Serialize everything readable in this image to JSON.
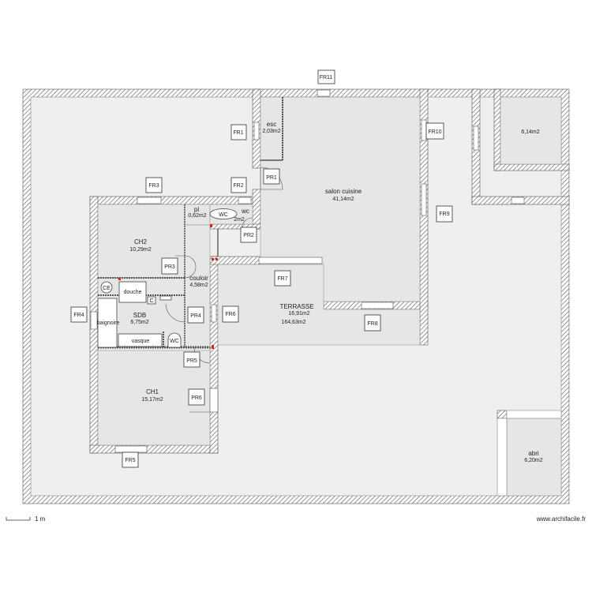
{
  "plan": {
    "rooms": {
      "esc": {
        "name": "esc",
        "area": "2,03m2"
      },
      "salon": {
        "name": "salon cuisine",
        "area": "41,14m2"
      },
      "pl": {
        "name": "pl",
        "area": "0,62m2"
      },
      "wc": {
        "name": "wc",
        "area": "2m2"
      },
      "ch2": {
        "name": "CH2",
        "area": "10,29m2"
      },
      "couloir": {
        "name": "couloir",
        "area": "4,58m2"
      },
      "sdb": {
        "name": "SDB",
        "area": "6,75m2"
      },
      "terrasse": {
        "name": "TERRASSE",
        "area": "16,91m2",
        "total": "164,63m2"
      },
      "ch1": {
        "name": "CH1",
        "area": "15,17m2"
      },
      "annex": {
        "area": "6,14m2"
      },
      "abri": {
        "name": "abri",
        "area": "6,20m2"
      }
    },
    "fixtures": {
      "wc_top": "WC",
      "wc_sdb": "WC",
      "ce": "CE",
      "douche": "douche",
      "c": "C",
      "baignoire": "baignoire",
      "vasque": "vasque"
    },
    "tags": {
      "fr1": "FR1",
      "fr2": "FR2",
      "fr3": "FR3",
      "fr4": "FR4",
      "fr5": "FR5",
      "fr6": "FR6",
      "fr7": "FR7",
      "fr8": "FR8",
      "fr9": "FR9",
      "fr10": "FR10",
      "fr11": "FR11",
      "pr1": "PR1",
      "pr2": "PR2",
      "pr3": "PR3",
      "pr4": "PR4",
      "pr5": "PR5",
      "pr6": "PR6"
    }
  },
  "footer": {
    "scale": "1 m",
    "credit": "www.archifacile.fr"
  },
  "colors": {
    "wall_hatch": "#555555",
    "floor": "#efefef",
    "room": "#e6e6e6",
    "marker": "#dd2222"
  }
}
